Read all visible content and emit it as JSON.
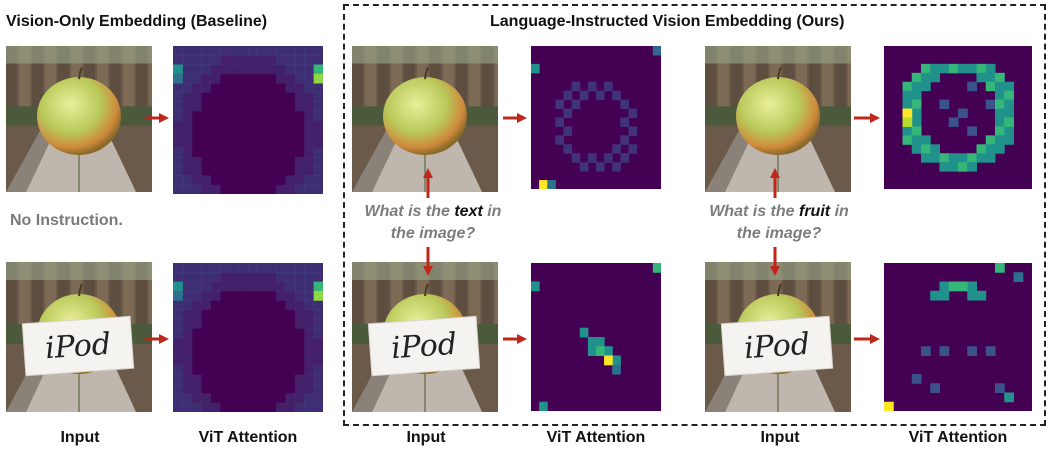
{
  "baseline": {
    "title": "Vision-Only Embedding (Baseline)",
    "no_instruction": "No Instruction.",
    "caption_input": "Input",
    "caption_attention": "ViT Attention"
  },
  "ours": {
    "title": "Language-Instructed Vision Embedding (Ours)",
    "instruction_text": {
      "part1": "What is the",
      "keyword": "text",
      "part2": "in",
      "line2": "the image?"
    },
    "instruction_fruit": {
      "part1": "What is the",
      "keyword": "fruit",
      "part2": "in",
      "line2": "the image?"
    },
    "caption_input_1": "Input",
    "caption_attention_1": "ViT Attention",
    "caption_input_2": "Input",
    "caption_attention_2": "ViT Attention"
  },
  "photo_note": {
    "label_text": "iPod"
  },
  "colors": {
    "arrow": "#c0271b",
    "heat_bg": "#440154",
    "heat_teal": "#21918c",
    "heat_green": "#35b779",
    "heat_yellow": "#fde725"
  }
}
